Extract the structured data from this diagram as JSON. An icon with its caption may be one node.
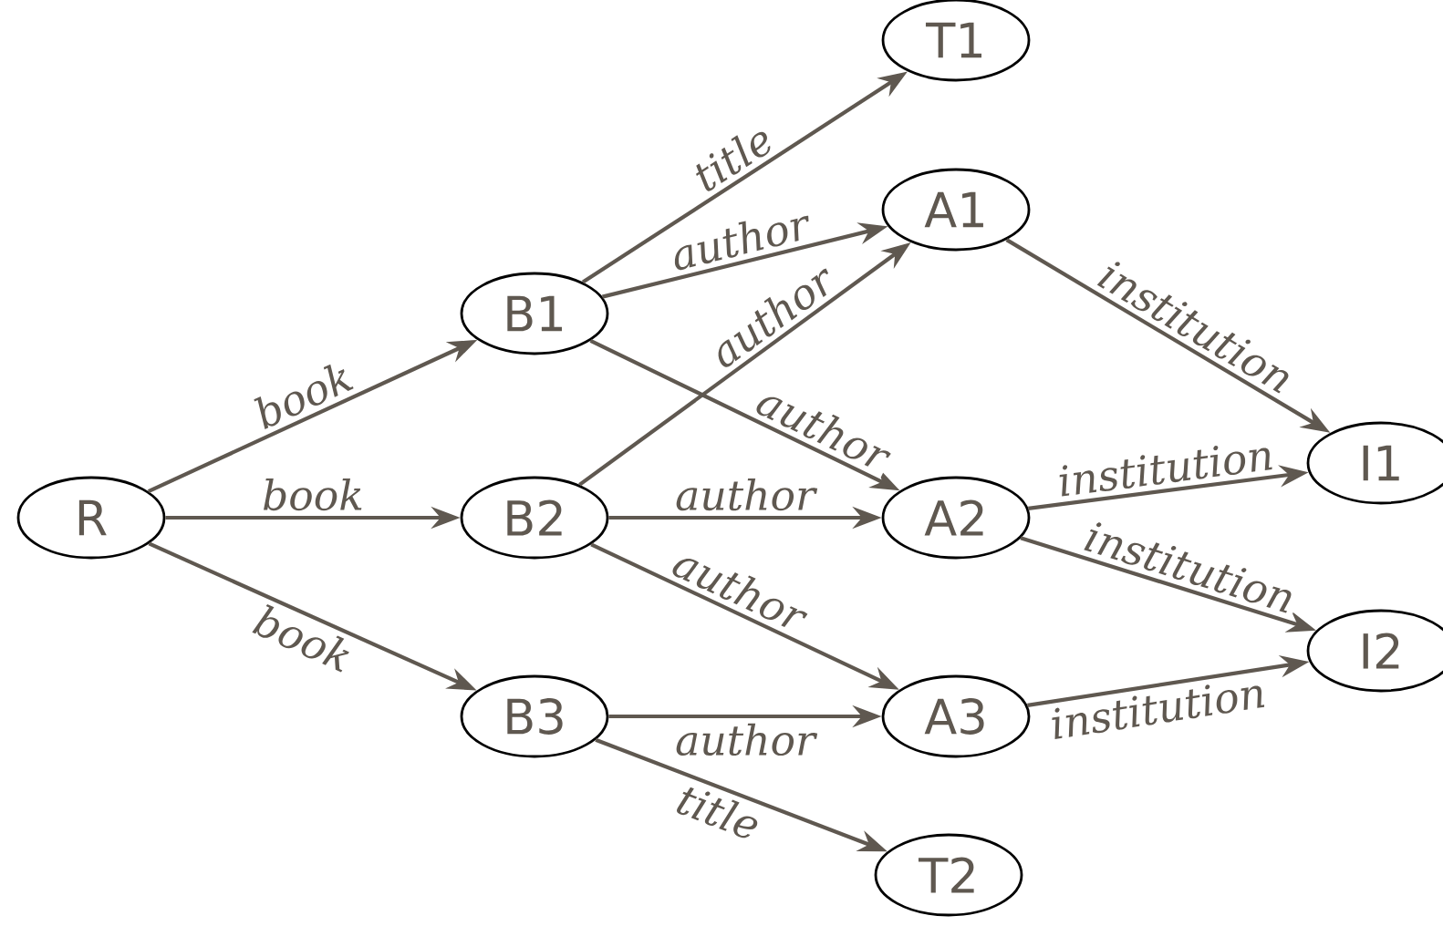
{
  "diagram": {
    "nodes": [
      {
        "text": [
          "R"
        ]
      },
      {
        "text": [
          "B1"
        ]
      },
      {
        "text": [
          "B2"
        ]
      },
      {
        "text": [
          "B3"
        ]
      },
      {
        "text": [
          "T1"
        ]
      },
      {
        "text": [
          "A1"
        ]
      },
      {
        "text": [
          "A2"
        ]
      },
      {
        "text": [
          "A3"
        ]
      },
      {
        "text": [
          "I1"
        ]
      },
      {
        "text": [
          "I2"
        ]
      },
      {
        "text": [
          "T2"
        ]
      }
    ],
    "edges": [
      {
        "from": 0,
        "to": 1,
        "arrow": "to",
        "label": "book"
      },
      {
        "from": 0,
        "to": 2,
        "arrow": "to",
        "label": "book"
      },
      {
        "from": 0,
        "to": 3,
        "arrow": "to",
        "label": "book"
      },
      {
        "from": 1,
        "to": 4,
        "arrow": "to",
        "label": "title"
      },
      {
        "from": 1,
        "to": 5,
        "arrow": "to",
        "label": "author"
      },
      {
        "from": 1,
        "to": 6,
        "arrow": "to",
        "label": "author"
      },
      {
        "from": 2,
        "to": 5,
        "arrow": "to",
        "label": "author"
      },
      {
        "from": 2,
        "to": 6,
        "arrow": "to",
        "label": "author"
      },
      {
        "from": 2,
        "to": 7,
        "arrow": "to",
        "label": "author"
      },
      {
        "from": 3,
        "to": 7,
        "arrow": "to",
        "label": "author"
      },
      {
        "from": 3,
        "to": 10,
        "arrow": "to",
        "label": "title"
      },
      {
        "from": 5,
        "to": 8,
        "arrow": "to",
        "label": "institution"
      },
      {
        "from": 6,
        "to": 8,
        "arrow": "to",
        "label": "institution"
      },
      {
        "from": 6,
        "to": 9,
        "arrow": "to",
        "label": "institution"
      },
      {
        "from": 7,
        "to": 9,
        "arrow": "to",
        "label": "institution"
      }
    ]
  }
}
